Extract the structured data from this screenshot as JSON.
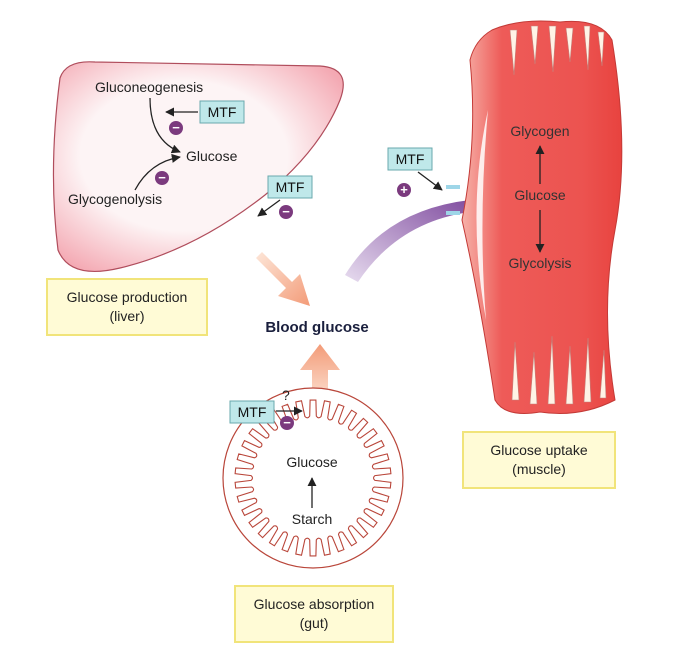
{
  "liver": {
    "gluconeogenesis": "Gluconeogenesis",
    "glucose": "Glucose",
    "glycogenolysis": "Glycogenolysis"
  },
  "muscle": {
    "glycogen": "Glycogen",
    "glucose": "Glucose",
    "glycolysis": "Glycolysis"
  },
  "gut": {
    "glucose": "Glucose",
    "starch": "Starch",
    "question": "?"
  },
  "center": {
    "blood_glucose": "Blood glucose"
  },
  "drug": {
    "label": "MTF"
  },
  "signs": {
    "inhibit": "−",
    "stimulate": "+"
  },
  "captions": {
    "liver": {
      "line1": "Glucose production",
      "line2": "(liver)"
    },
    "muscle": {
      "line1": "Glucose uptake",
      "line2": "(muscle)"
    },
    "gut": {
      "line1": "Glucose absorption",
      "line2": "(gut)"
    }
  },
  "colors": {
    "liver_fill": "#f4a9b3",
    "muscle_fill": "#ee5b58",
    "mtf_box": "#bfe8ea",
    "sign_badge": "#7b3a7e",
    "arrow_orange": "#f4a080",
    "arrow_purple": "#7b3f97",
    "caption_fill": "#fffbd6"
  }
}
